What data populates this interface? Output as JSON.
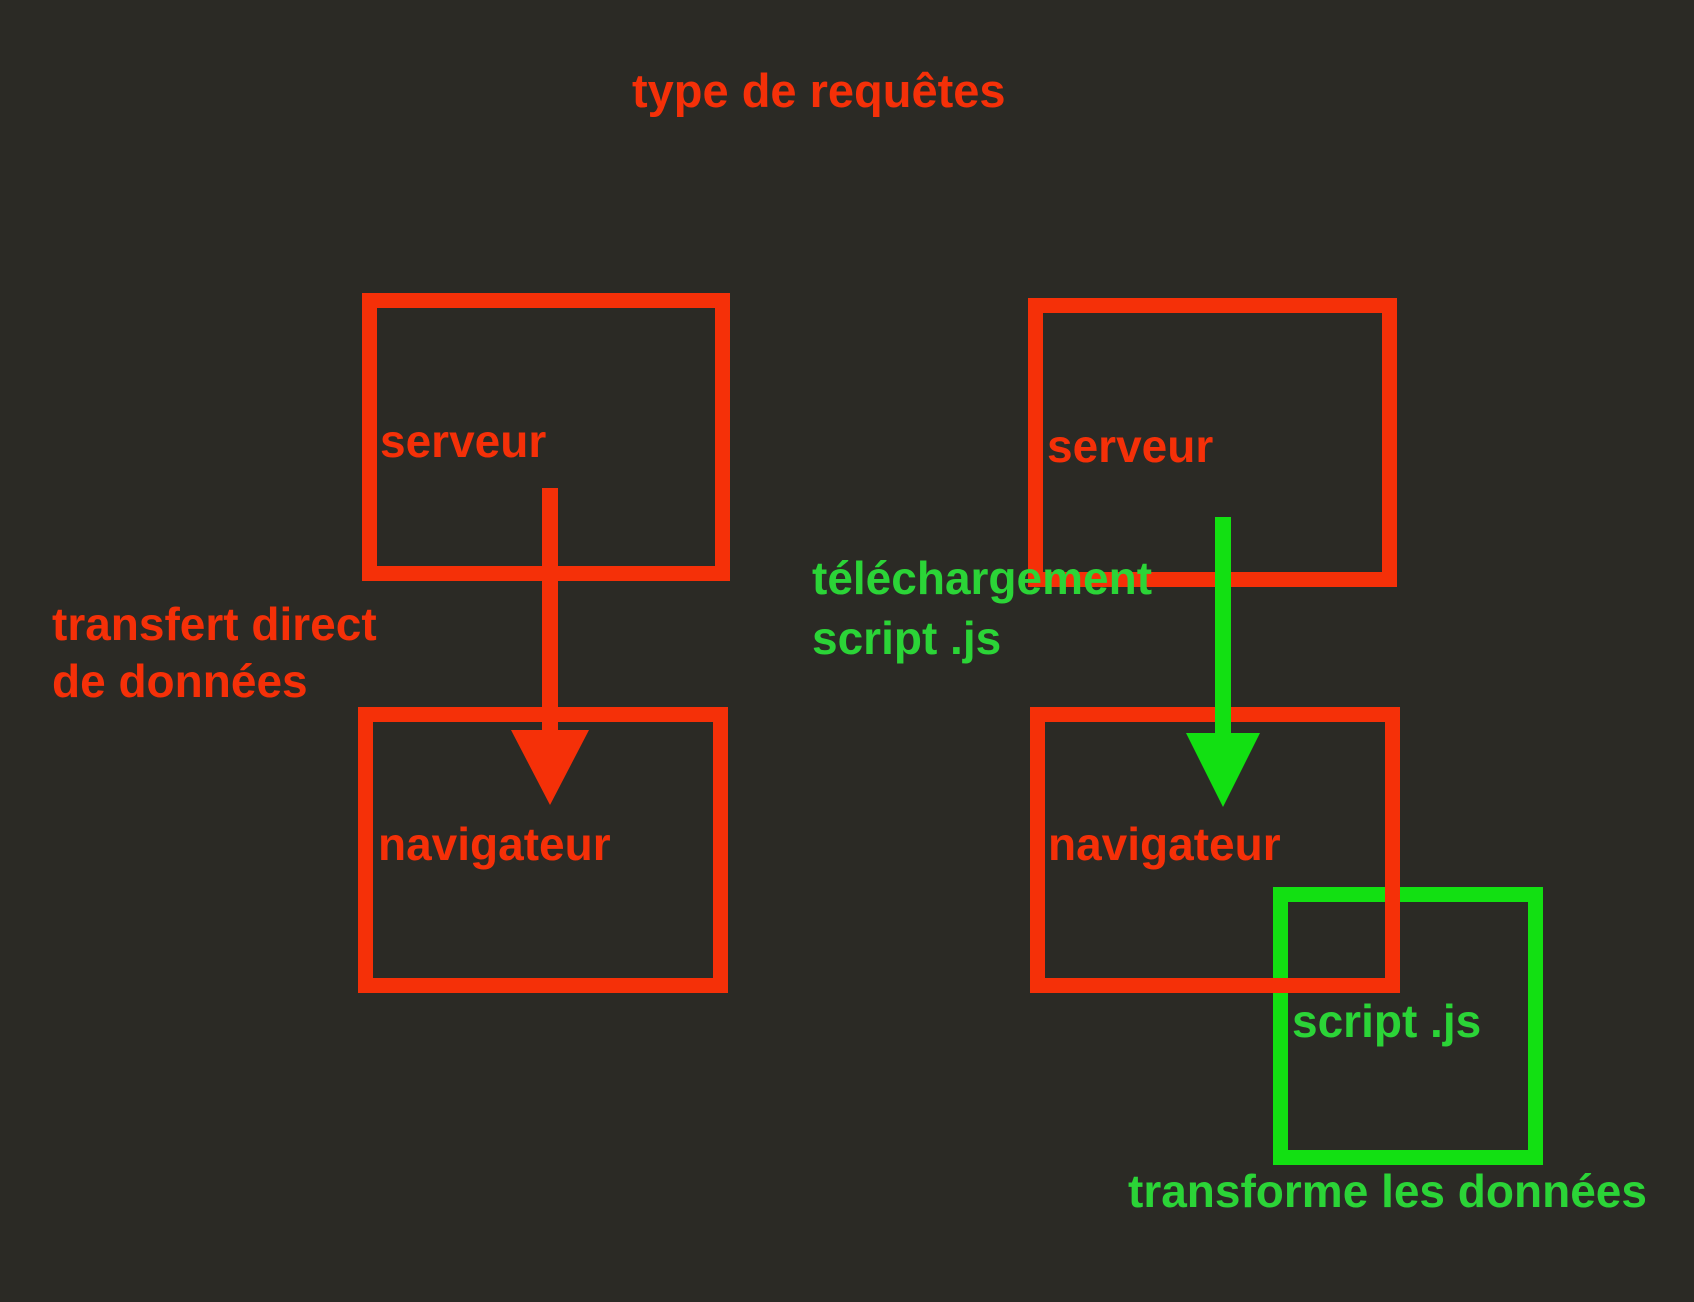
{
  "title": "type de requêtes",
  "colors": {
    "background": "#2b2a25",
    "red": "#f53008",
    "green": "#12e012",
    "green_text": "#2bd437"
  },
  "left_flow": {
    "server_label": "serveur",
    "browser_label": "navigateur",
    "arrow_caption_line1": "transfert direct",
    "arrow_caption_line2": "de données"
  },
  "right_flow": {
    "server_label": "serveur",
    "browser_label": "navigateur",
    "arrow_caption_line1": "téléchargement",
    "arrow_caption_line2": "script .js",
    "script_box_label": "script .js",
    "script_box_caption": "transforme les données"
  }
}
